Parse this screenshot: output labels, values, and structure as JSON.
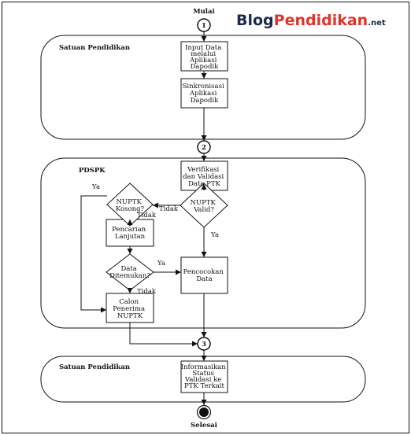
{
  "logo": {
    "part1": "Blog",
    "part2": "Pendidikan",
    "part3": ".net",
    "colors": {
      "part1": "#1b2a4a",
      "part2": "#e0342b",
      "part3": "#1b2a4a"
    }
  },
  "terminals": {
    "start": "Mulai",
    "end": "Selesai"
  },
  "connectors": {
    "c1": "1",
    "c2": "2",
    "c3": "3"
  },
  "lanes": {
    "lane1": "Satuan Pendidikan",
    "lane2": "PDSPK",
    "lane3": "Satuan Pendidikan"
  },
  "processes": {
    "input_data": [
      "Input Data",
      "melalui",
      "Aplikasi",
      "Dapodik"
    ],
    "sinkronisasi": [
      "Sinkronisasi",
      "Aplikasi",
      "Dapodik"
    ],
    "verifikasi": [
      "Verifikasi",
      "dan Validasi",
      "Data PTK"
    ],
    "pencarian": [
      "Pencarian",
      "Lanjutan"
    ],
    "pencocokan": [
      "Pencocokan",
      "Data"
    ],
    "calon": [
      "Calon",
      "Penerima",
      "NUPTK"
    ],
    "informasikan": [
      "Informasikan",
      "Status",
      "Validasi ke",
      "PTK Terkait"
    ]
  },
  "decisions": {
    "nuptk_valid": [
      "NUPTK",
      "Valid?"
    ],
    "nuptk_kosong": [
      "NUPTK",
      "Kosong?"
    ],
    "data_ditemukan": [
      "Data",
      "Ditemukan?"
    ]
  },
  "edge_labels": {
    "valid_tidak": "Tidak",
    "valid_ya": "Ya",
    "kosong_ya": "Ya",
    "kosong_tidak": "Tidak",
    "ditemukan_ya": "Ya",
    "ditemukan_tidak": "Tidak"
  }
}
